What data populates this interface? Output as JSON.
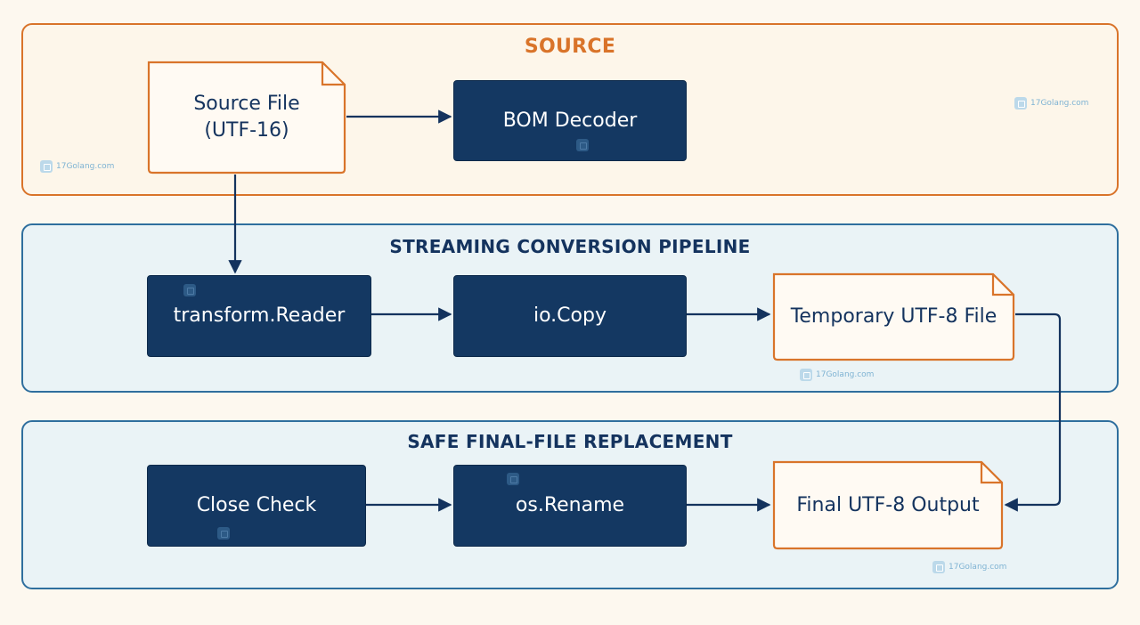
{
  "groups": {
    "source": "SOURCE",
    "pipeline": "STREAMING CONVERSION PIPELINE",
    "replacement": "SAFE FINAL-FILE REPLACEMENT"
  },
  "nodes": {
    "source_file": "Source File\n(UTF-16)",
    "bom_decoder": "BOM Decoder",
    "transform_reader": "transform.Reader",
    "io_copy": "io.Copy",
    "temp_file": "Temporary UTF-8 File",
    "close_check": "Close Check",
    "os_rename": "os.Rename",
    "final_output": "Final UTF-8 Output"
  },
  "watermark": "17Golang.com",
  "colors": {
    "background": "#fdf8ef",
    "source_border": "#d9742a",
    "pipeline_border": "#2f6f9e",
    "process_fill": "#143862",
    "arrow": "#14335e"
  }
}
